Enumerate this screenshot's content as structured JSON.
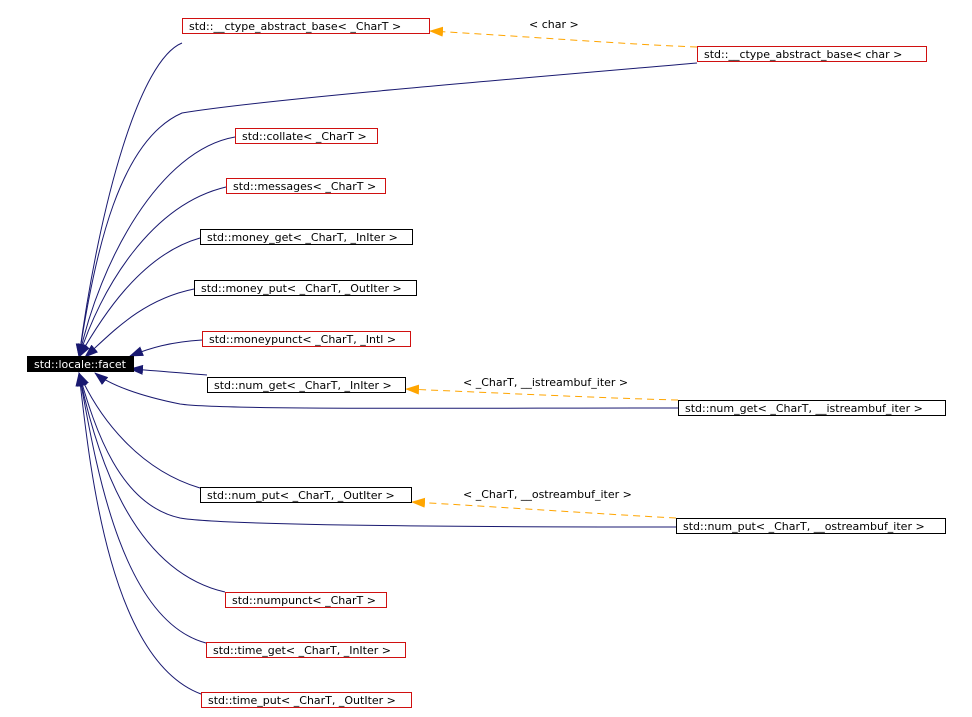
{
  "colors": {
    "edge_inherit": "#191970",
    "edge_template": "#ffa500",
    "border_documented": "#000000",
    "border_undocumented": "#d01010",
    "root_fill": "#000000"
  },
  "root": {
    "label": "std::locale::facet"
  },
  "nodes": {
    "ctype_abstract_base": "std::__ctype_abstract_base< _CharT >",
    "ctype_abstract_base_char": "std::__ctype_abstract_base< char >",
    "collate": "std::collate< _CharT >",
    "messages": "std::messages< _CharT >",
    "money_get": "std::money_get< _CharT, _InIter >",
    "money_put": "std::money_put< _CharT, _OutIter >",
    "moneypunct": "std::moneypunct< _CharT, _Intl >",
    "num_get": "std::num_get< _CharT, _InIter >",
    "num_get_istream": "std::num_get< _CharT, __istreambuf_iter >",
    "num_put": "std::num_put< _CharT, _OutIter >",
    "num_put_ostream": "std::num_put< _CharT, __ostreambuf_iter >",
    "numpunct": "std::numpunct< _CharT >",
    "time_get": "std::time_get< _CharT, _InIter >",
    "time_put": "std::time_put< _CharT, _OutIter >"
  },
  "edge_labels": {
    "char": "< char >",
    "istreambuf": "< _CharT, __istreambuf_iter >",
    "ostreambuf": "< _CharT, __ostreambuf_iter >"
  }
}
